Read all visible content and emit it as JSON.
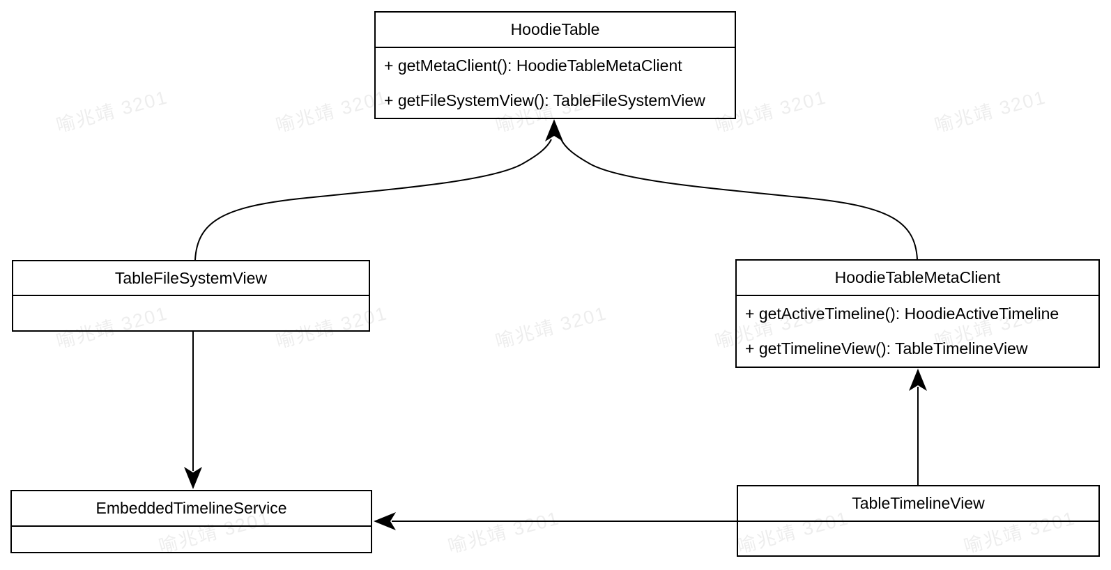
{
  "diagram": {
    "type": "uml-class-diagram",
    "watermark": {
      "text": "喻兆靖 3201"
    },
    "colors": {
      "line": "#000000",
      "box_fill": "#ffffff",
      "background": "#ffffff",
      "watermark": "rgba(0,0,0,0.07)"
    },
    "classes": {
      "hoodie_table": {
        "name": "HoodieTable",
        "methods": [
          "+ getMetaClient(): HoodieTableMetaClient",
          "+ getFileSystemView(): TableFileSystemView"
        ]
      },
      "table_file_system_view": {
        "name": "TableFileSystemView",
        "methods": []
      },
      "hoodie_table_meta_client": {
        "name": "HoodieTableMetaClient",
        "methods": [
          "+ getActiveTimeline(): HoodieActiveTimeline",
          "+ getTimelineView(): TableTimelineView"
        ]
      },
      "embedded_timeline_service": {
        "name": "EmbeddedTimelineService",
        "methods": []
      },
      "table_timeline_view": {
        "name": "TableTimelineView",
        "methods": []
      }
    },
    "relationships": [
      {
        "from": "TableFileSystemView",
        "to": "HoodieTable",
        "style": "curved",
        "arrowhead": "filled"
      },
      {
        "from": "HoodieTableMetaClient",
        "to": "HoodieTable",
        "style": "curved",
        "arrowhead": "filled"
      },
      {
        "from": "TableFileSystemView",
        "to": "EmbeddedTimelineService",
        "style": "straight-vertical",
        "arrowhead": "filled"
      },
      {
        "from": "TableTimelineView",
        "to": "HoodieTableMetaClient",
        "style": "straight-vertical",
        "arrowhead": "filled"
      },
      {
        "from": "TableTimelineView",
        "to": "EmbeddedTimelineService",
        "style": "straight-horizontal",
        "arrowhead": "filled"
      }
    ]
  }
}
